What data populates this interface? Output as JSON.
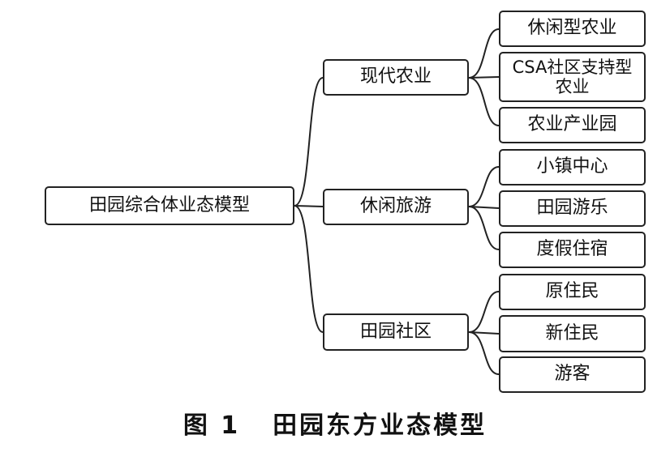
{
  "root": {
    "label": "田园综合体业态模型"
  },
  "branches": [
    {
      "label": "现代农业",
      "children": [
        "休闲型农业",
        "CSA社区支持型农业",
        "农业产业园"
      ]
    },
    {
      "label": "休闲旅游",
      "children": [
        "小镇中心",
        "田园游乐",
        "度假住宿"
      ]
    },
    {
      "label": "田园社区",
      "children": [
        "原住民",
        "新住民",
        "游客"
      ]
    }
  ],
  "caption": {
    "number": "图 1",
    "title": "田园东方业态模型"
  }
}
